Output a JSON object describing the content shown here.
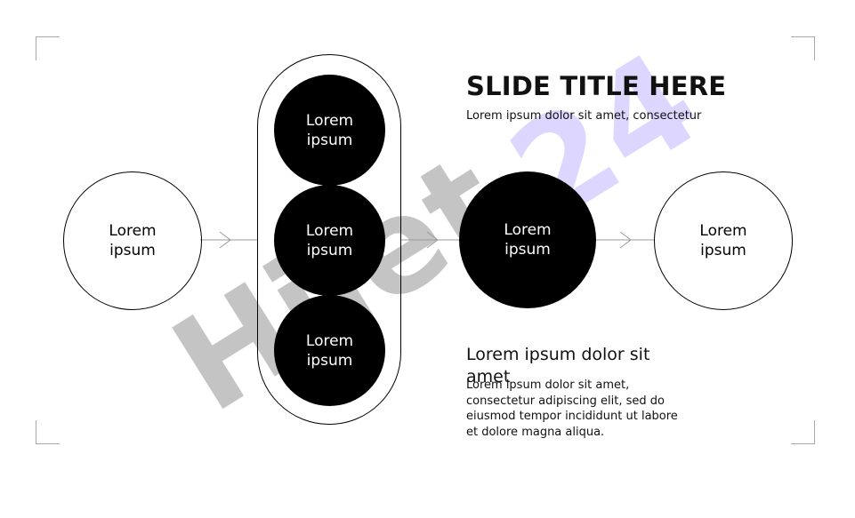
{
  "watermarks": {
    "gray": "Hijet",
    "purple": "24"
  },
  "slide": {
    "title": "SLIDE TITLE HERE",
    "subtitle": "Lorem ipsum dolor sit amet, consectetur",
    "heading": "Lorem ipsum dolor sit amet",
    "body": "Lorem ipsum dolor sit amet, consectetur adipiscing elit, sed do eiusmod tempor incididunt ut labore et dolore magna aliqua."
  },
  "nodes": {
    "left": "Lorem ipsum",
    "stack_top": "Lorem ipsum",
    "stack_middle": "Lorem ipsum",
    "stack_bottom": "Lorem ipsum",
    "center": "Lorem ipsum",
    "right": "Lorem ipsum"
  },
  "colors": {
    "accent_purple": "#ddd7ff",
    "watermark_gray": "#c4c4c4",
    "ink": "#000000",
    "background": "#ffffff"
  }
}
